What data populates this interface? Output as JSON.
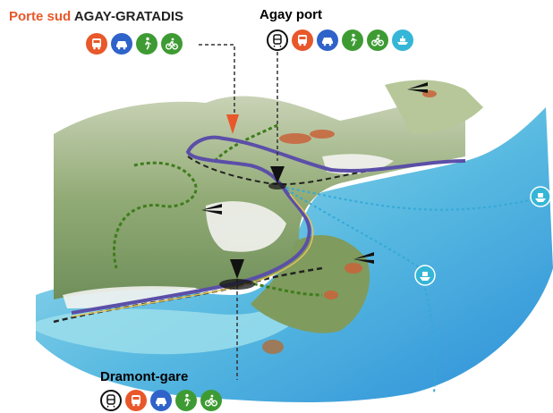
{
  "stops": {
    "porte_sud": {
      "prefix": "Porte sud",
      "name": "AGAY-GRATADIS",
      "modes": [
        "bus",
        "car",
        "walk",
        "bike"
      ]
    },
    "agay_port": {
      "name": "Agay port",
      "modes": [
        "train",
        "bus",
        "car",
        "walk",
        "bike",
        "boat"
      ]
    },
    "dramont_gare": {
      "name": "Dramont-gare",
      "modes": [
        "train",
        "bus",
        "car",
        "walk",
        "bike"
      ]
    }
  },
  "mode_colors": {
    "train": "#ffffff",
    "bus": "#e8582a",
    "car": "#2f63c9",
    "walk": "#3e9b33",
    "bike": "#3e9b33",
    "boat": "#35b6d6"
  },
  "map_colors": {
    "sea_light": "#7fd0e6",
    "sea_deep": "#2d8fd8",
    "terrain": "#8fa870",
    "road_purple": "#5b4fa8",
    "hiking_green": "#3f7d1c",
    "boat_line": "#35a9d6",
    "rail": "#222222"
  },
  "icons": [
    "train-icon",
    "bus-icon",
    "car-icon",
    "walk-icon",
    "bike-icon",
    "boat-icon",
    "marker-icon"
  ]
}
